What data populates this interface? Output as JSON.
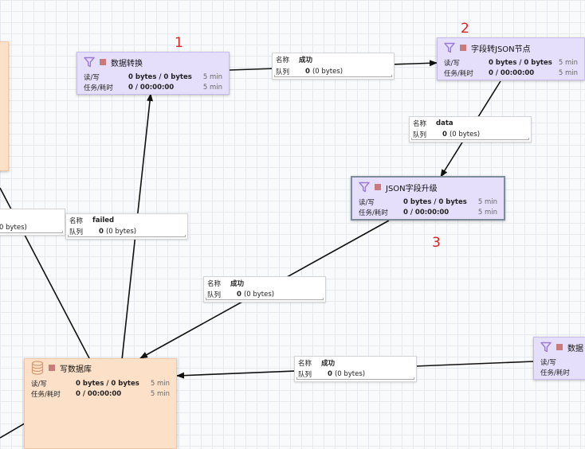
{
  "processors": {
    "p1": {
      "name": "数据转换",
      "rw_label": "读/写",
      "rw_value": "0 bytes / 0 bytes",
      "rw_time": "5 min",
      "task_label": "任务/耗时",
      "task_value": "0 / 00:00:00",
      "task_time": "5 min"
    },
    "p2": {
      "name": "字段转JSON节点",
      "rw_label": "读/写",
      "rw_value": "0 bytes / 0 bytes",
      "rw_time": "5 min",
      "task_label": "任务/耗时",
      "task_value": "0 / 00:00:00",
      "task_time": "5 min"
    },
    "p3": {
      "name": "JSON字段升级",
      "rw_label": "读/写",
      "rw_value": "0 bytes / 0 bytes",
      "rw_time": "5 min",
      "task_label": "任务/耗时",
      "task_value": "0 / 00:00:00",
      "task_time": "5 min"
    },
    "p4": {
      "name": "写数据库",
      "rw_label": "读/写",
      "rw_value": "0 bytes / 0 bytes",
      "rw_time": "5 min",
      "task_label": "任务/耗时",
      "task_value": "0 / 00:00:00",
      "task_time": "5 min"
    },
    "p5": {
      "name": "数据",
      "rw_label": "读/写",
      "task_label": "任务/耗时"
    }
  },
  "connections": {
    "c1": {
      "name_label": "名称",
      "name_value": "成功",
      "queue_label": "队列",
      "queue_count": "0",
      "queue_bytes": "(0 bytes)"
    },
    "c2": {
      "name_label": "名称",
      "name_value": "data",
      "queue_label": "队列",
      "queue_count": "0",
      "queue_bytes": "(0 bytes)"
    },
    "c3": {
      "name_label": "名称",
      "name_value": "failed",
      "queue_label": "队列",
      "queue_count": "0",
      "queue_bytes": "(0 bytes)"
    },
    "c4": {
      "name_label": "名称",
      "name_value": "成功",
      "queue_label": "队列",
      "queue_count": "0",
      "queue_bytes": "(0 bytes)"
    },
    "c5": {
      "name_label": "名称",
      "name_value": "成功",
      "queue_label": "队列",
      "queue_count": "0",
      "queue_bytes": "(0 bytes)"
    },
    "c6": {
      "queue_bytes": "0 bytes)"
    }
  },
  "annotations": {
    "n1": "1",
    "n2": "2",
    "n3": "3"
  },
  "colors": {
    "processor_bg": "#e6dffb",
    "db_processor_bg": "#fde0c8",
    "status_stopped": "#c97a7a",
    "annotation": "#e02020",
    "funnel_icon": "#9b7ad6"
  },
  "icons": {
    "processor_icon": "funnel-icon",
    "db_icon": "database-icon",
    "status_icon": "stopped-square-icon"
  }
}
